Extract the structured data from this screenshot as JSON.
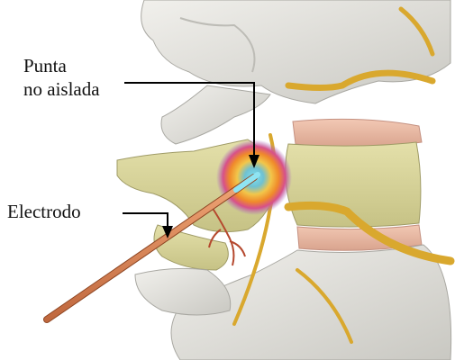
{
  "labels": {
    "tip_line1": "Punta",
    "tip_line2": "no aislada",
    "electrode": "Electrodo"
  },
  "colors": {
    "bone": "#e4e3de",
    "bone_shadow": "#b9b8b2",
    "vertebral_body": "#d8d49a",
    "vertebral_body_shadow": "#a9a56c",
    "disc": "#e9b9a4",
    "nerve": "#d9a82e",
    "electrode": "#d88a5a",
    "vessel": "#b5482e",
    "pointer": "#000000"
  },
  "icons": {
    "heat_glow": "lesion-heat-glow",
    "arrow": "arrow-head"
  }
}
